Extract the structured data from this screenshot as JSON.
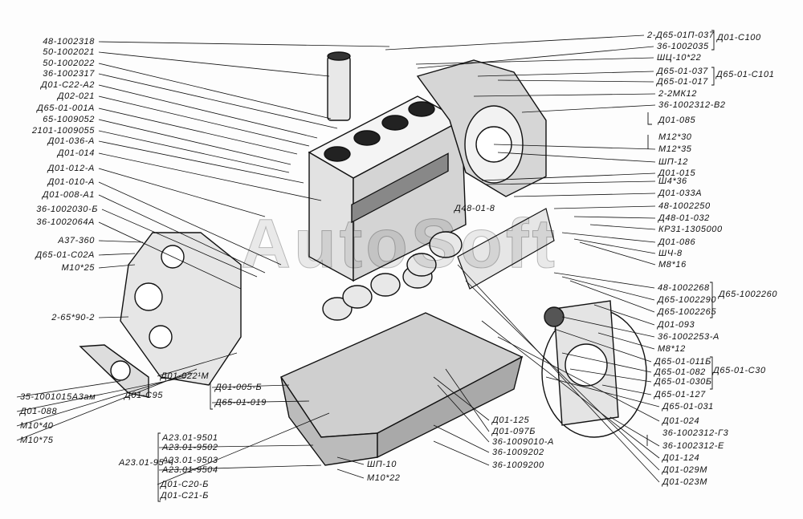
{
  "watermark": "AutoSoft",
  "labels_left": [
    "48-1002318",
    "50-1002021",
    "50-1002022",
    "36-1002317",
    "Д01-С22-А2",
    "Д02-021",
    "Д65-01-001А",
    "65-1009052",
    "2101-1009055",
    "Д01-036-А",
    "Д01-014",
    "Д01-012-А",
    "Д01-010-А",
    "Д01-008-А1",
    "36-1002030-Б",
    "36-1002064А",
    "А37-360",
    "Д65-01-С02А",
    "М10*25",
    "2-65*90-2"
  ],
  "labels_bottom_left": [
    "35-1001015А3ам",
    "Д01-088",
    "М10*40",
    "М10*75"
  ],
  "labels_middle": [
    "Д01-022¹М",
    "Д01-С95",
    "Д01-005-Б",
    "Д65-01-019",
    "А23.01-95-Ч",
    "А23.01-9501",
    "А23.01-9502",
    "А23.01-9503",
    "А23.01-9504",
    "Д01-С20-Б",
    "Д01-С21-Б",
    "ШП-10",
    "М10*22",
    "Д48-01-8"
  ],
  "labels_bottom_center": [
    "Д01-125",
    "Д01-097Б",
    "36-1009010-А",
    "36-1009202",
    "36-1009200"
  ],
  "labels_right_top": [
    "2-Д65-01П-037",
    "36-1002035",
    "Д01-С100",
    "ШЦ-10*22",
    "Д65-01-037",
    "Д65-01-017",
    "Д65-01-С101",
    "2-2МК12",
    "36-1002312-В2",
    "Д01-085",
    "М12*30",
    "М12*35",
    "ШП-12",
    "Д01-015",
    "Ш4*36",
    "Д01-033А",
    "48-1002250",
    "Д48-01-032",
    "КР31-1305000",
    "Д01-086",
    "ШЧ-8",
    "М8*16"
  ],
  "labels_right_bottom": [
    "48-1002268",
    "Д65-1002290",
    "Д65-1002265",
    "Д65-1002260",
    "Д01-093",
    "36-1002253-А",
    "М8*12",
    "Д65-01-011Б",
    "Д65-01-082",
    "Д65-01-030Б",
    "Д65-01-С30",
    "Д65-01-127",
    "Д65-01-031",
    "Д01-024",
    "36-1002312-Г3",
    "36-1002312-Е",
    "Д01-124",
    "Д01-029М",
    "Д01-023М"
  ]
}
